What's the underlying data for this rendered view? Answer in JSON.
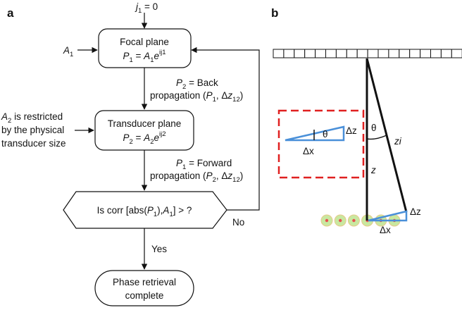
{
  "panel_a": {
    "label": "a",
    "start": {
      "var": "j",
      "sub": "1",
      "rest": " = 0"
    },
    "focal": {
      "title": "Focal plane",
      "eq_lhs": "P",
      "eq_lhs_sub": "1",
      "eq_mid": " = ",
      "eq_amp": "A",
      "eq_amp_sub": "1",
      "eq_e": "e",
      "eq_sup": "ij1"
    },
    "input_a1": {
      "var": "A",
      "sub": "1"
    },
    "back": {
      "lhs": "P",
      "lhs_sub": "2",
      "eq": " = Back",
      "line2_text": "propagation (",
      "p": "P",
      "p_sub": "1",
      "comma": ", Δ",
      "z": "z",
      "z_sub": "12",
      "close": ")"
    },
    "restriction": {
      "var": "A",
      "sub": "2",
      "line1_rest": " is restricted",
      "line2": "by the physical",
      "line3": "transducer size"
    },
    "transducer": {
      "title": "Transducer plane",
      "eq_lhs": "P",
      "eq_lhs_sub": "2",
      "eq_mid": " = ",
      "eq_amp": "A",
      "eq_amp_sub": "2",
      "eq_e": "e",
      "eq_sup": "ij2"
    },
    "forward": {
      "lhs": "P",
      "lhs_sub": "1",
      "eq": " = Forward",
      "line2_text": "propagation (",
      "p": "P",
      "p_sub": "2",
      "comma": ", Δ",
      "z": "z",
      "z_sub": "12",
      "close": ")"
    },
    "decision": {
      "pre": "Is corr [abs(",
      "p": "P",
      "p_sub": "1",
      "mid": "),",
      "a": "A",
      "a_sub": "1",
      "post": "] > ?"
    },
    "no_label": "No",
    "yes_label": "Yes",
    "end": {
      "line1": "Phase retrieval",
      "line2": "complete"
    }
  },
  "panel_b": {
    "label": "b",
    "theta": "θ",
    "zi": "zi",
    "z": "z",
    "delta_z": "Δz",
    "delta_x": "Δx",
    "inset_delta_z": "Δz",
    "inset_delta_x": "Δx",
    "inset_theta": "θ",
    "colors": {
      "inset_border": "#e02020",
      "triangle": "#4a90d9",
      "focus_fill": "#c8e8a0",
      "focus_core": "#e85050"
    },
    "transducer_elements": 18,
    "focal_spots": 6
  }
}
